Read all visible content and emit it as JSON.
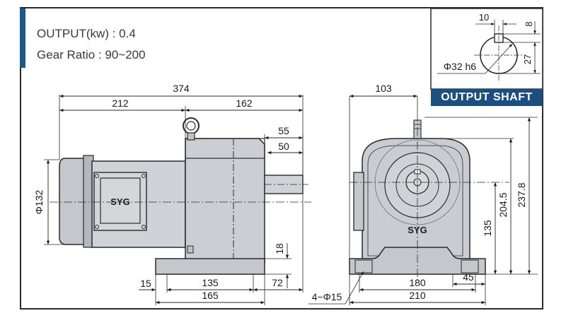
{
  "specs": {
    "output": "OUTPUT(kw) : 0.4",
    "gear_ratio": "Gear Ratio : 90~200"
  },
  "output_shaft": {
    "title": "OUTPUT SHAFT",
    "key_width": "10",
    "key_depth": "8",
    "height": "27",
    "diameter": "Φ32 h6"
  },
  "side_view": {
    "overall_length": "374",
    "motor_length": "212",
    "gear_length": "162",
    "shaft_55": "55",
    "shaft_50": "50",
    "motor_diameter": "Φ132",
    "foot_height": "18",
    "foot_offset": "15",
    "foot_bolt_span": "135",
    "foot_total": "165",
    "foot_overhang": "72",
    "brand": "SYG"
  },
  "front_view": {
    "top_offset": "103",
    "height_135": "135",
    "height_204": "204.5",
    "height_237": "237.8",
    "bolt_span": "180",
    "foot_width": "45",
    "base_width": "210",
    "holes": "4−Φ15",
    "brand": "SYG"
  },
  "colors": {
    "body": "#c9ccd0",
    "body_dark": "#a9adb3",
    "line": "#2a2a2a",
    "accent": "#1a5a8a",
    "label_bg": "#1a4f80"
  }
}
